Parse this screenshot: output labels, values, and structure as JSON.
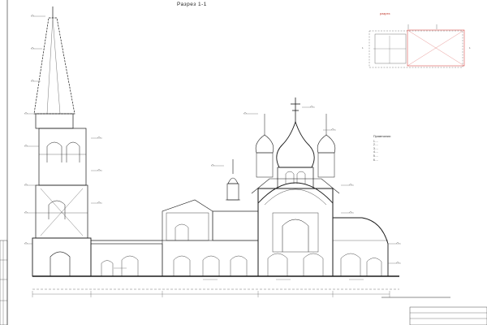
{
  "drawing": {
    "title": "Разрез 1-1",
    "key_plan_label": "",
    "key_plan_highlight": "разрез",
    "notes_heading": "Примечания:",
    "notes": [
      "1. ...",
      "2. ...",
      "3. ...",
      "4. ...",
      "5. ...",
      "6. ..."
    ],
    "stamp_lines": []
  },
  "colors": {
    "line": "#1a1a1a",
    "highlight": "#d9534f",
    "dim": "#555555"
  }
}
